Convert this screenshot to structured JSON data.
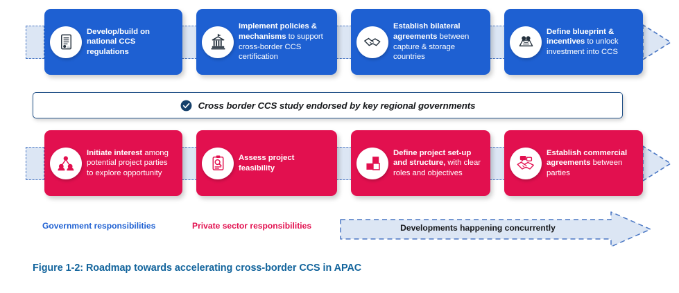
{
  "figure": {
    "caption": "Figure 1-2: Roadmap towards accelerating cross-border CCS in APAC"
  },
  "colors": {
    "government_blue": "#1e60d2",
    "private_pink": "#e2104f",
    "connector_fill": "#dce6f4",
    "connector_stroke": "#4a77c4",
    "banner_border": "#1f4f86",
    "caption_blue": "#12649c",
    "card_text": "#ffffff"
  },
  "government_row": {
    "lane_label": "Government responsibilities",
    "steps": [
      {
        "icon": "document-regulations-icon",
        "bold": "Develop/build on national CCS regulations",
        "rest": ""
      },
      {
        "icon": "government-building-icon",
        "bold": "Implement policies  & mechanisms",
        "rest": " to support cross-border CCS certification"
      },
      {
        "icon": "handshake-icon",
        "bold": "Establish bilateral agreements",
        "rest": " between capture & storage countries"
      },
      {
        "icon": "blueprint-icon",
        "bold": "Define blueprint & incentives",
        "rest": " to unlock investment into CCS"
      }
    ]
  },
  "endorsement": {
    "icon": "check-circle-icon",
    "text": "Cross border CCS study endorsed by key regional governments"
  },
  "private_row": {
    "lane_label": "Private sector responsibilities",
    "steps": [
      {
        "icon": "network-people-icon",
        "bold": "Initiate interest",
        "rest": " among potential project parties to explore opportunity"
      },
      {
        "icon": "clipboard-search-icon",
        "bold": "Assess project feasibility",
        "rest": ""
      },
      {
        "icon": "building-blocks-icon",
        "bold": "Define project set-up and structure,",
        "rest": " with clear roles and objectives"
      },
      {
        "icon": "commercial-handshake-icon",
        "bold": "Establish commercial agreements",
        "rest": " between parties"
      }
    ]
  },
  "concurrency_note": {
    "text": "Developments happening concurrently"
  }
}
